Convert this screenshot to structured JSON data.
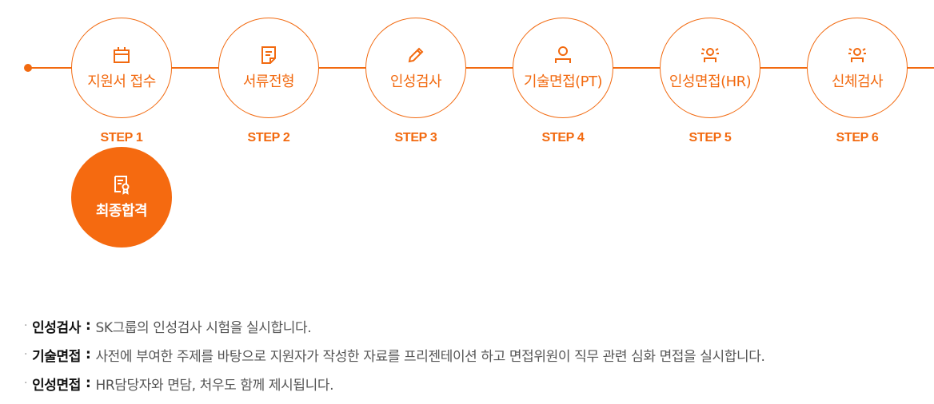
{
  "accent_color": "#f26a10",
  "steps": [
    {
      "label": "지원서 접수",
      "step": "STEP 1",
      "icon": "calendar-icon"
    },
    {
      "label": "서류전형",
      "step": "STEP 2",
      "icon": "document-icon"
    },
    {
      "label": "인성검사",
      "step": "STEP 3",
      "icon": "pencil-icon"
    },
    {
      "label": "기술면접(PT)",
      "step": "STEP 4",
      "icon": "person-icon"
    },
    {
      "label": "인성면접(HR)",
      "step": "STEP 5",
      "icon": "interview-icon"
    },
    {
      "label": "신체검사",
      "step": "STEP 6",
      "icon": "interview-icon"
    }
  ],
  "final_step": {
    "label": "최종합격",
    "icon": "certificate-icon"
  },
  "notes": [
    {
      "term": "인성검사",
      "colon": ":",
      "text": "SK그룹의 인성검사 시험을 실시합니다."
    },
    {
      "term": "기술면접",
      "colon": ":",
      "text": "사전에 부여한 주제를 바탕으로 지원자가 작성한 자료를 프리젠테이션 하고 면접위원이 직무 관련 심화 면접을 실시합니다."
    },
    {
      "term": "인성면접",
      "colon": ":",
      "text": "HR담당자와 면담, 처우도 함께 제시됩니다."
    }
  ]
}
